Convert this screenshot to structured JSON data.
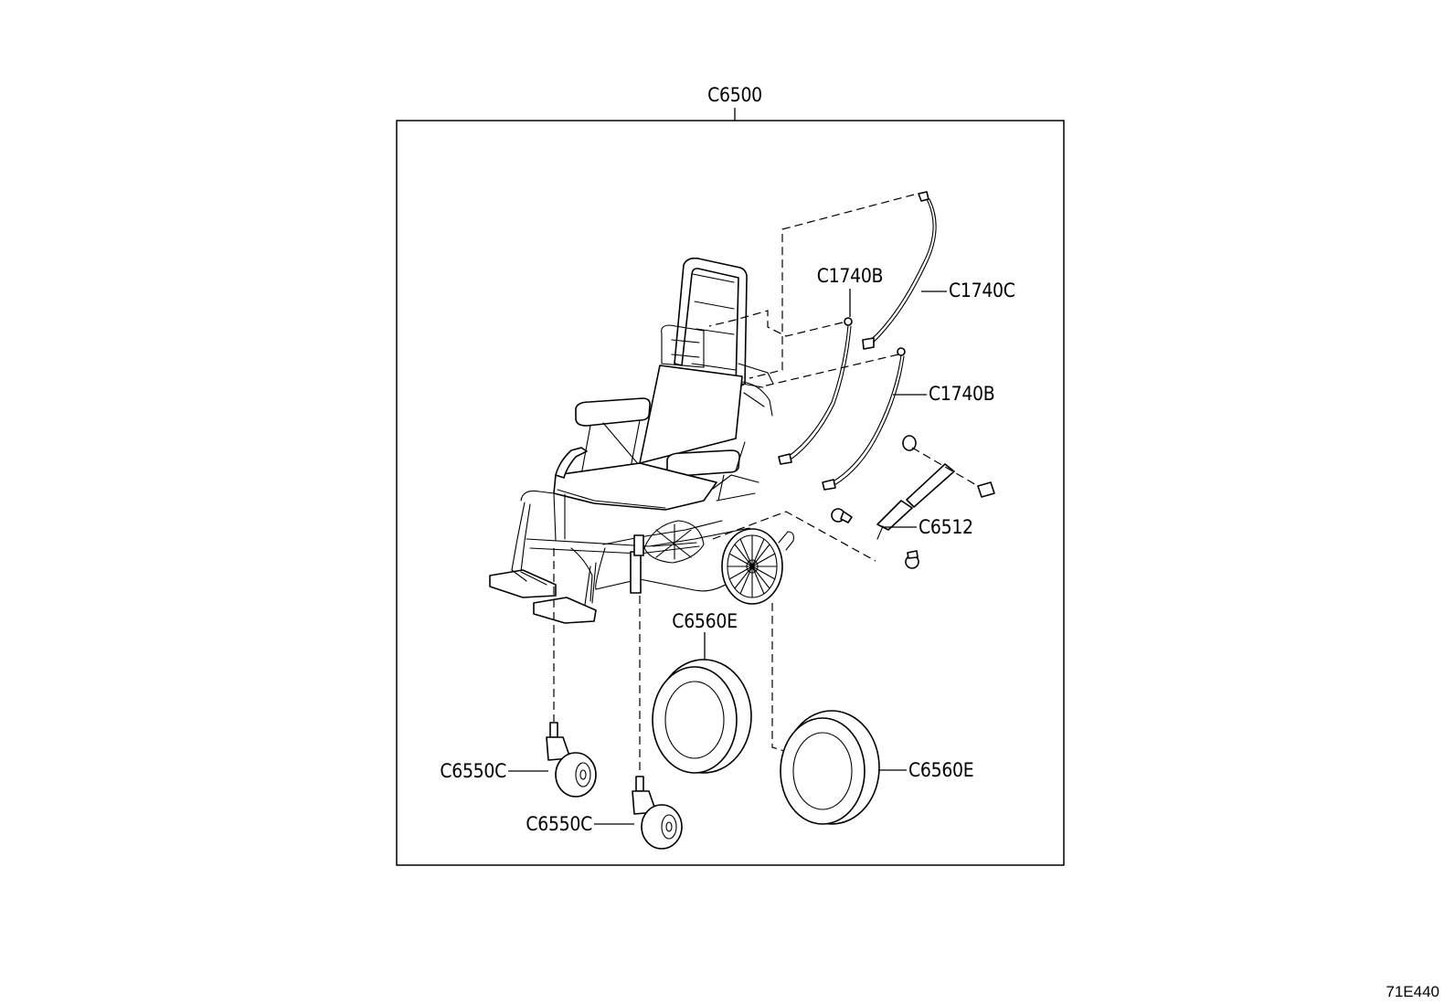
{
  "diagram": {
    "assembly_label": "C6500",
    "labels": {
      "cable_upper_left": "C1740B",
      "cable_upper_right": "C1740C",
      "cable_lower": "C1740B",
      "gas_spring": "C6512",
      "rear_tire_top": "C6560E",
      "rear_tire_bottom": "C6560E",
      "caster_left": "C6550C",
      "caster_right": "C6550C"
    },
    "figure_code": "71E440"
  }
}
